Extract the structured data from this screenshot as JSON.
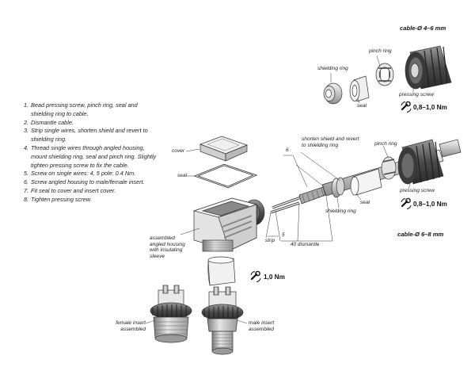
{
  "headers": {
    "cable_small": "cable-Ø 4–6 mm",
    "cable_large": "cable-Ø 6–8 mm"
  },
  "instructions": [
    {
      "num": "1.",
      "text": "Bead pressing screw, pinch ring, seal and shielding ring to cable."
    },
    {
      "num": "2.",
      "text": "Dismantle cable."
    },
    {
      "num": "3.",
      "text": "Strip single wires, shorten shield and revert to shielding ring."
    },
    {
      "num": "4.",
      "text": "Thread single wires through angled housing, mount shielding ring, seal and pinch ring. Slightly tighten pressing screw to fix the cable."
    },
    {
      "num": "5.",
      "text": "Screw on single wires: 4, 5 pole: 0.4 Nm."
    },
    {
      "num": "6.",
      "text": "Screw angled housing to male/female insert."
    },
    {
      "num": "7.",
      "text": "Fit seal to cover and insert cover."
    },
    {
      "num": "8.",
      "text": "Tighten pressing screw."
    }
  ],
  "labels": {
    "top_shielding_ring": "shielding ring",
    "top_pinch_ring": "pinch ring",
    "top_seal": "seal",
    "top_pressing_screw": "pressing screw",
    "cover": "cover",
    "seal_cover": "seal",
    "shorten_shield_line1": "shorten shield and revert",
    "shorten_shield_line2": "to shielding ring",
    "mid_pinch_ring": "pinch ring",
    "mid_pressing_screw": "pressing screw",
    "mid_shielding_ring": "shielding ring",
    "mid_seal": "seal",
    "housing_line1": "assembled",
    "housing_line2": "angled housing",
    "housing_line3": "with insulating",
    "housing_line4": "sleeve",
    "female_line1": "female insert",
    "female_line2": "assembled",
    "male_line1": "male insert",
    "male_line2": "assembled"
  },
  "dimensions": {
    "dim_6": "6",
    "dim_5": "5",
    "dim_strip": "strip",
    "dim_40": "40 dismantle"
  },
  "torques": {
    "top": "0,8–1,0 Nm",
    "mid": "0,8–1,0 Nm",
    "housing": "1,0 Nm"
  },
  "colors": {
    "ink": "#222222",
    "part_light": "#e6e6e6",
    "part_mid": "#bdbdbd",
    "part_dark": "#4a4a4a"
  },
  "icons": {
    "torque": "wrench-rotate-icon"
  }
}
